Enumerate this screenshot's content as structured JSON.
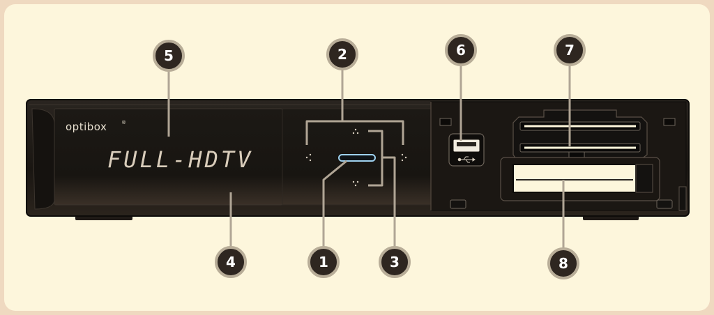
{
  "device": {
    "brand": "optibox",
    "brand_mark": "®",
    "display_text": "FULL-HDTV"
  },
  "callouts": [
    "1",
    "2",
    "3",
    "4",
    "5",
    "6",
    "7",
    "8"
  ],
  "colors": {
    "background": "#fdf6dc",
    "frame": "#efd9c0",
    "body": "#1c1814",
    "callout_fill": "#2e2620",
    "callout_ring": "#b8ad98",
    "leader": "#b0a595",
    "power_led": "#9fd2f0",
    "card_slot": "#fdf6dc"
  },
  "icons": {
    "usb_port": "usb-port-icon",
    "usb_symbol": "usb-symbol-icon"
  }
}
